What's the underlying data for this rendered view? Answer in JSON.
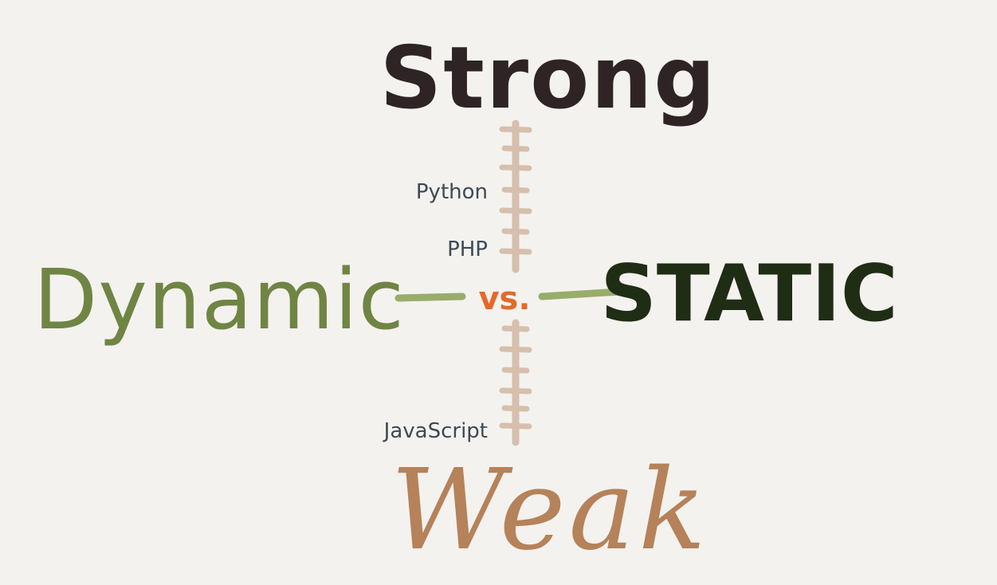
{
  "labels": {
    "top": "Strong",
    "bottom": "Weak",
    "left": "Dynamic",
    "right": "STATIC",
    "center": "vs."
  },
  "languages": [
    {
      "name": "Python",
      "strength": 0.55
    },
    {
      "name": "PHP",
      "strength": 0.25
    },
    {
      "name": "JavaScript",
      "strength": -0.7
    }
  ],
  "colors": {
    "top": "#2e2426",
    "bottom": "#b5825a",
    "left": "#6f8544",
    "right": "#1f2d14",
    "center": "#e36a2a",
    "vertical_axis": "#d6bfad",
    "horizontal_axis": "#99ad6a",
    "language": "#3c4a56"
  }
}
